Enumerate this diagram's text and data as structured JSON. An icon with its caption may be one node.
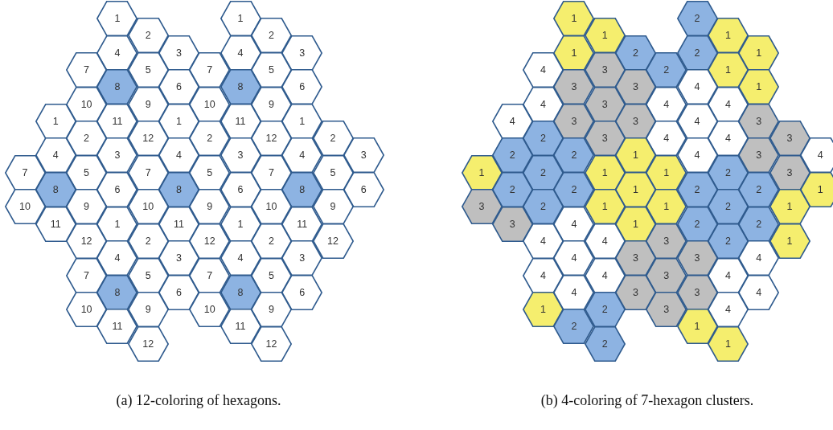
{
  "diagram": {
    "nodes": [
      {
        "text": [
          "1"
        ]
      },
      {
        "text": [
          "1"
        ]
      },
      {
        "text": [
          "2"
        ]
      },
      {
        "text": [
          "2"
        ]
      },
      {
        "text": [
          "4"
        ]
      },
      {
        "text": [
          "3"
        ]
      },
      {
        "text": [
          "4"
        ]
      },
      {
        "text": [
          "3"
        ]
      },
      {
        "text": [
          "7"
        ]
      },
      {
        "text": [
          "5"
        ]
      },
      {
        "text": [
          "7"
        ]
      },
      {
        "text": [
          "5"
        ]
      },
      {
        "text": [
          "8"
        ]
      },
      {
        "text": [
          "6"
        ]
      },
      {
        "text": [
          "8"
        ]
      },
      {
        "text": [
          "6"
        ]
      },
      {
        "text": [
          "10"
        ]
      },
      {
        "text": [
          "9"
        ]
      },
      {
        "text": [
          "10"
        ]
      },
      {
        "text": [
          "9"
        ]
      },
      {
        "text": [
          "1"
        ]
      },
      {
        "text": [
          "11"
        ]
      },
      {
        "text": [
          "1"
        ]
      },
      {
        "text": [
          "11"
        ]
      },
      {
        "text": [
          "1"
        ]
      },
      {
        "text": [
          "2"
        ]
      },
      {
        "text": [
          "12"
        ]
      },
      {
        "text": [
          "2"
        ]
      },
      {
        "text": [
          "12"
        ]
      },
      {
        "text": [
          "2"
        ]
      },
      {
        "text": [
          "4"
        ]
      },
      {
        "text": [
          "3"
        ]
      },
      {
        "text": [
          "4"
        ]
      },
      {
        "text": [
          "3"
        ]
      },
      {
        "text": [
          "4"
        ]
      },
      {
        "text": [
          "3"
        ]
      },
      {
        "text": [
          "7"
        ]
      },
      {
        "text": [
          "5"
        ]
      },
      {
        "text": [
          "7"
        ]
      },
      {
        "text": [
          "5"
        ]
      },
      {
        "text": [
          "7"
        ]
      },
      {
        "text": [
          "5"
        ]
      },
      {
        "text": [
          "8"
        ]
      },
      {
        "text": [
          "6"
        ]
      },
      {
        "text": [
          "8"
        ]
      },
      {
        "text": [
          "6"
        ]
      },
      {
        "text": [
          "8"
        ]
      },
      {
        "text": [
          "6"
        ]
      },
      {
        "text": [
          "10"
        ]
      },
      {
        "text": [
          "9"
        ]
      },
      {
        "text": [
          "10"
        ]
      },
      {
        "text": [
          "9"
        ]
      },
      {
        "text": [
          "10"
        ]
      },
      {
        "text": [
          "9"
        ]
      },
      {
        "text": [
          "11"
        ]
      },
      {
        "text": [
          "1"
        ]
      },
      {
        "text": [
          "11"
        ]
      },
      {
        "text": [
          "1"
        ]
      },
      {
        "text": [
          "11"
        ]
      },
      {
        "text": [
          "12"
        ]
      },
      {
        "text": [
          "2"
        ]
      },
      {
        "text": [
          "12"
        ]
      },
      {
        "text": [
          "2"
        ]
      },
      {
        "text": [
          "12"
        ]
      },
      {
        "text": [
          "4"
        ]
      },
      {
        "text": [
          "3"
        ]
      },
      {
        "text": [
          "4"
        ]
      },
      {
        "text": [
          "3"
        ]
      },
      {
        "text": [
          "7"
        ]
      },
      {
        "text": [
          "5"
        ]
      },
      {
        "text": [
          "7"
        ]
      },
      {
        "text": [
          "5"
        ]
      },
      {
        "text": [
          "8"
        ]
      },
      {
        "text": [
          "6"
        ]
      },
      {
        "text": [
          "8"
        ]
      },
      {
        "text": [
          "6"
        ]
      },
      {
        "text": [
          "10"
        ]
      },
      {
        "text": [
          "9"
        ]
      },
      {
        "text": [
          "10"
        ]
      },
      {
        "text": [
          "9"
        ]
      },
      {
        "text": [
          "11"
        ]
      },
      {
        "text": [
          "11"
        ]
      },
      {
        "text": [
          "12"
        ]
      },
      {
        "text": [
          "12"
        ]
      },
      {
        "text": [
          "1"
        ]
      },
      {
        "text": [
          "2"
        ]
      },
      {
        "text": [
          "1"
        ]
      },
      {
        "text": [
          "1"
        ]
      },
      {
        "text": [
          "1"
        ]
      },
      {
        "text": [
          "2"
        ]
      },
      {
        "text": [
          "2"
        ]
      },
      {
        "text": [
          "1"
        ]
      },
      {
        "text": [
          "4"
        ]
      },
      {
        "text": [
          "3"
        ]
      },
      {
        "text": [
          "2"
        ]
      },
      {
        "text": [
          "1"
        ]
      },
      {
        "text": [
          "3"
        ]
      },
      {
        "text": [
          "3"
        ]
      },
      {
        "text": [
          "4"
        ]
      },
      {
        "text": [
          "1"
        ]
      },
      {
        "text": [
          "4"
        ]
      },
      {
        "text": [
          "3"
        ]
      },
      {
        "text": [
          "4"
        ]
      },
      {
        "text": [
          "4"
        ]
      },
      {
        "text": [
          "4"
        ]
      },
      {
        "text": [
          "3"
        ]
      },
      {
        "text": [
          "3"
        ]
      },
      {
        "text": [
          "4"
        ]
      },
      {
        "text": [
          "3"
        ]
      },
      {
        "text": [
          "2"
        ]
      },
      {
        "text": [
          "3"
        ]
      },
      {
        "text": [
          "4"
        ]
      },
      {
        "text": [
          "4"
        ]
      },
      {
        "text": [
          "3"
        ]
      },
      {
        "text": [
          "2"
        ]
      },
      {
        "text": [
          "2"
        ]
      },
      {
        "text": [
          "1"
        ]
      },
      {
        "text": [
          "4"
        ]
      },
      {
        "text": [
          "3"
        ]
      },
      {
        "text": [
          "4"
        ]
      },
      {
        "text": [
          "1"
        ]
      },
      {
        "text": [
          "2"
        ]
      },
      {
        "text": [
          "1"
        ]
      },
      {
        "text": [
          "1"
        ]
      },
      {
        "text": [
          "2"
        ]
      },
      {
        "text": [
          "3"
        ]
      },
      {
        "text": [
          "2"
        ]
      },
      {
        "text": [
          "2"
        ]
      },
      {
        "text": [
          "1"
        ]
      },
      {
        "text": [
          "2"
        ]
      },
      {
        "text": [
          "2"
        ]
      },
      {
        "text": [
          "1"
        ]
      },
      {
        "text": [
          "3"
        ]
      },
      {
        "text": [
          "2"
        ]
      },
      {
        "text": [
          "1"
        ]
      },
      {
        "text": [
          "1"
        ]
      },
      {
        "text": [
          "2"
        ]
      },
      {
        "text": [
          "1"
        ]
      },
      {
        "text": [
          "3"
        ]
      },
      {
        "text": [
          "4"
        ]
      },
      {
        "text": [
          "1"
        ]
      },
      {
        "text": [
          "2"
        ]
      },
      {
        "text": [
          "2"
        ]
      },
      {
        "text": [
          "4"
        ]
      },
      {
        "text": [
          "4"
        ]
      },
      {
        "text": [
          "3"
        ]
      },
      {
        "text": [
          "2"
        ]
      },
      {
        "text": [
          "1"
        ]
      },
      {
        "text": [
          "4"
        ]
      },
      {
        "text": [
          "3"
        ]
      },
      {
        "text": [
          "3"
        ]
      },
      {
        "text": [
          "4"
        ]
      },
      {
        "text": [
          "4"
        ]
      },
      {
        "text": [
          "4"
        ]
      },
      {
        "text": [
          "3"
        ]
      },
      {
        "text": [
          "4"
        ]
      },
      {
        "text": [
          "4"
        ]
      },
      {
        "text": [
          "3"
        ]
      },
      {
        "text": [
          "3"
        ]
      },
      {
        "text": [
          "4"
        ]
      },
      {
        "text": [
          "1"
        ]
      },
      {
        "text": [
          "2"
        ]
      },
      {
        "text": [
          "3"
        ]
      },
      {
        "text": [
          "4"
        ]
      },
      {
        "text": [
          "2"
        ]
      },
      {
        "text": [
          "1"
        ]
      },
      {
        "text": [
          "2"
        ]
      },
      {
        "text": [
          "1"
        ]
      }
    ],
    "labels": [
      "(a) 12-coloring of hexagons.",
      "(b) 4-coloring of 7-hexagon clusters."
    ]
  }
}
